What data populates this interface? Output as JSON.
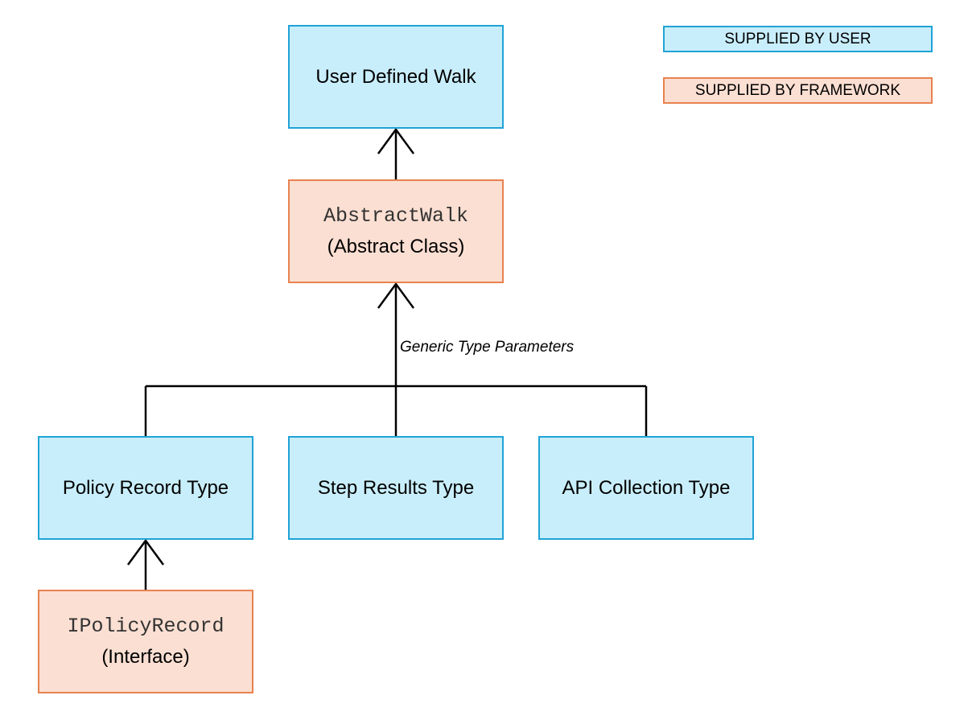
{
  "legend": {
    "user_label": "SUPPLIED BY USER",
    "framework_label": "SUPPLIED BY FRAMEWORK",
    "user_color": "#c9eefb",
    "user_border": "#1fa3d6",
    "framework_color": "#fbdfd2",
    "framework_border": "#e8824f"
  },
  "nodes": {
    "user_defined_walk": {
      "label": "User Defined Walk",
      "supplier": "user"
    },
    "abstract_walk": {
      "code": "AbstractWalk",
      "label": "(Abstract Class)",
      "supplier": "framework"
    },
    "policy_record_type": {
      "label": "Policy Record Type",
      "supplier": "user"
    },
    "step_results_type": {
      "label": "Step Results Type",
      "supplier": "user"
    },
    "api_collection_type": {
      "label": "API Collection Type",
      "supplier": "user"
    },
    "ipolicy_record": {
      "code": "IPolicyRecord",
      "label": "(Interface)",
      "supplier": "framework"
    }
  },
  "edges": [
    {
      "from": "abstract_walk",
      "to": "user_defined_walk",
      "type": "inheritance"
    },
    {
      "from": "generic_params",
      "to": "abstract_walk",
      "type": "inheritance",
      "label": "Generic Type Parameters"
    },
    {
      "from": "ipolicy_record",
      "to": "policy_record_type",
      "type": "inheritance"
    }
  ]
}
